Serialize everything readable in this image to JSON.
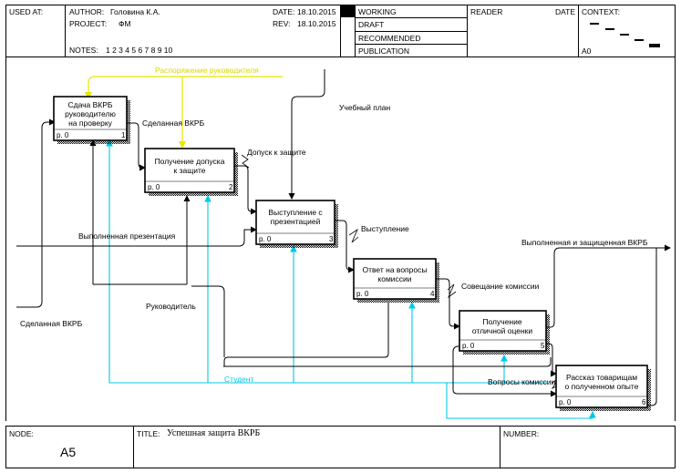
{
  "header": {
    "used_at_label": "USED AT:",
    "author_label": "AUTHOR:",
    "author": "Головина К.А.",
    "project_label": "PROJECT:",
    "project": "ФМ",
    "date_label": "DATE:",
    "date": "18.10.2015",
    "rev_label": "REV:",
    "rev": "18.10.2015",
    "notes_label": "NOTES:",
    "notes": "1  2  3  4  5  6  7  8  9  10",
    "status": [
      "WORKING",
      "DRAFT",
      "RECOMMENDED",
      "PUBLICATION"
    ],
    "reader_label": "READER",
    "date2_label": "DATE",
    "context_label": "CONTEXT:",
    "context_node": "A0"
  },
  "boxes": [
    {
      "lines": [
        "Сдача ВКРБ",
        "руководителю",
        "на проверку"
      ],
      "cost": "р. 0",
      "num": "1"
    },
    {
      "lines": [
        "Получение допуска",
        "к защите"
      ],
      "cost": "р. 0",
      "num": "2"
    },
    {
      "lines": [
        "Выступление с",
        "презентацией"
      ],
      "cost": "р. 0",
      "num": "3"
    },
    {
      "lines": [
        "Ответ на вопросы",
        "комиссии"
      ],
      "cost": "р. 0",
      "num": "4"
    },
    {
      "lines": [
        "Получение",
        "отличной оценки"
      ],
      "cost": "р. 0",
      "num": "5"
    },
    {
      "lines": [
        "Рассказ товарищам",
        "о полученном опыте"
      ],
      "cost": "р. 0",
      "num": "6"
    }
  ],
  "arrows": {
    "rasporyazhenie": "Распоряжение руководителя",
    "sdelannaya1": "Сделанная ВКРБ",
    "uchebny_plan": "Учебный план",
    "dopusk": "Допуск к защите",
    "vypolnennaya_prez": "Выполненная презентация",
    "vystuplenie": "Выступление",
    "vypolnennaya_zashch": "Выполненная и защищенная ВКРБ",
    "soveshchanie": "Совещание комиссии",
    "rukovoditel": "Руководитель",
    "sdelannaya_input": "Сделанная ВКРБ",
    "student": "Студент",
    "voprosy": "Вопросы комиссии"
  },
  "footer": {
    "node_label": "NODE:",
    "node": "A5",
    "title_label": "TITLE:",
    "title": "Успешная защита ВКРБ",
    "number_label": "NUMBER:"
  },
  "colors": {
    "control_yellow": "#e8e800",
    "mechanism_cyan": "#00c8e8",
    "line_black": "#000000"
  }
}
